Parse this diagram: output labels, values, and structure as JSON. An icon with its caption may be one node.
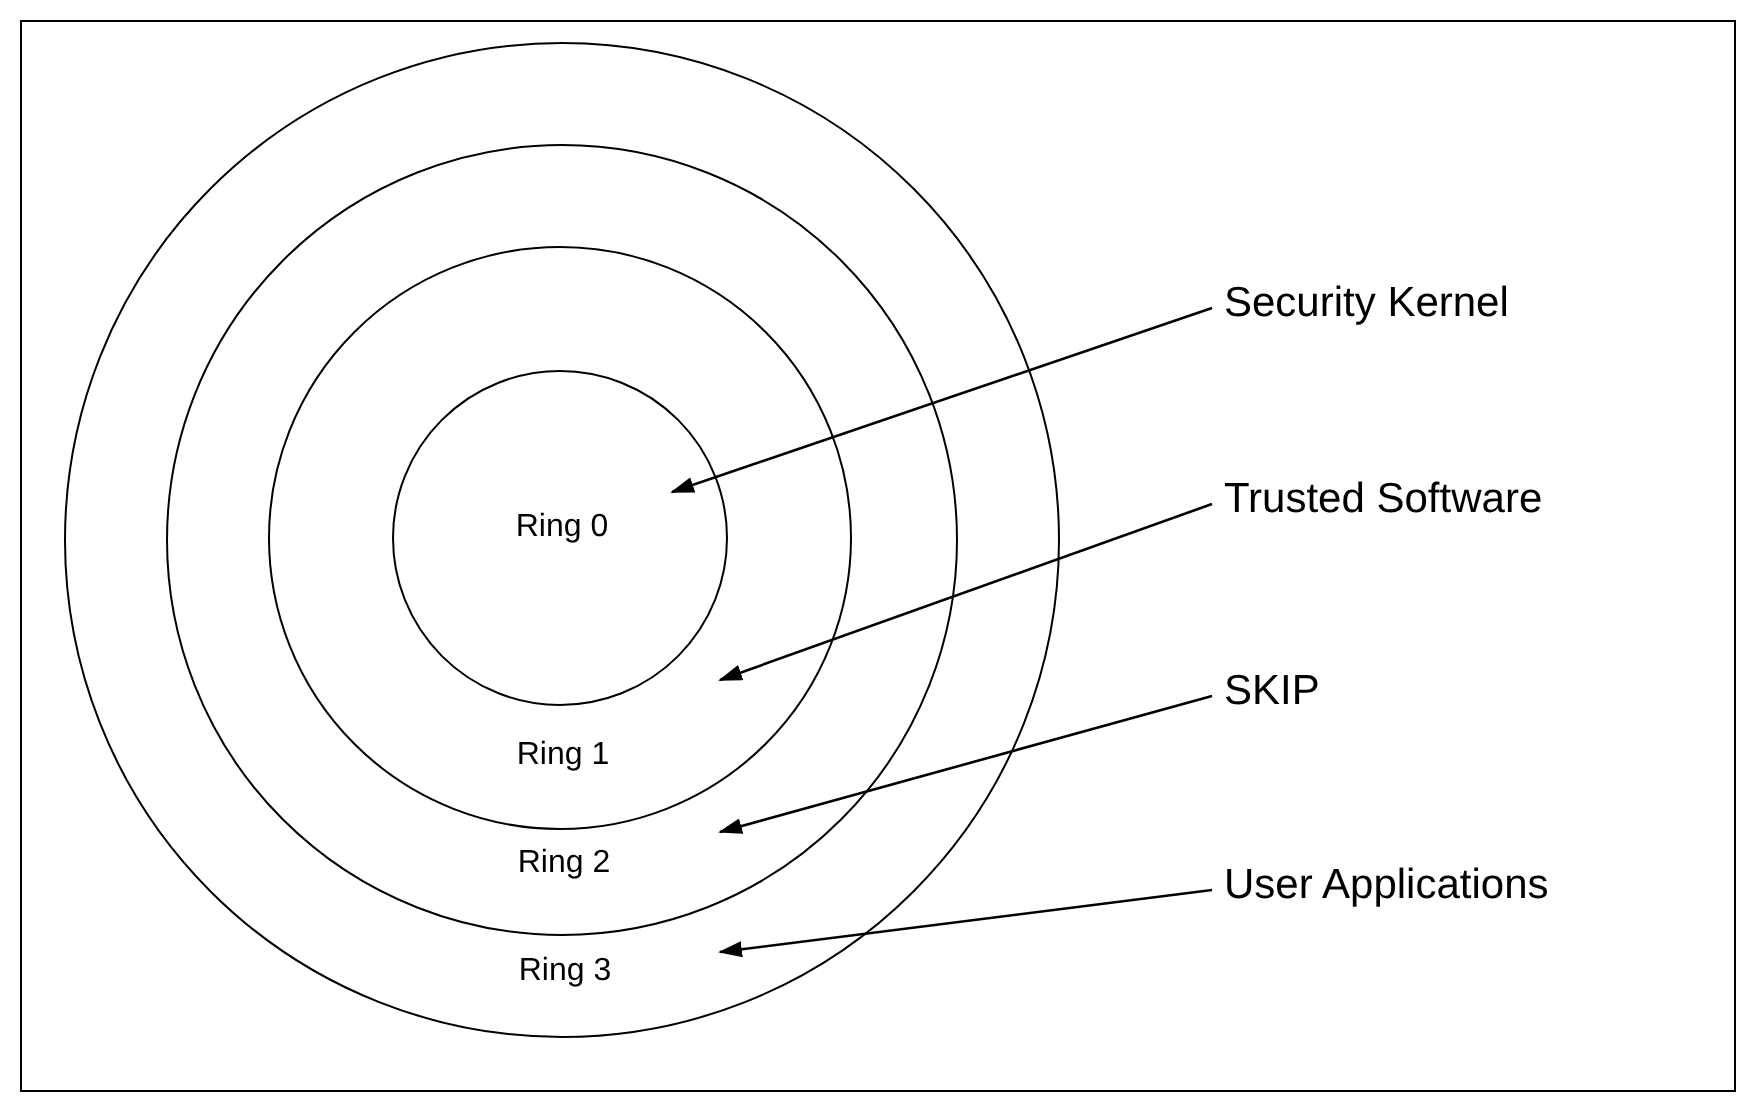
{
  "diagram": {
    "nodes": [
      {
        "text": [
          "Ring 3"
        ]
      },
      {
        "text": [
          "Ring 2"
        ],
        "in": 0
      },
      {
        "text": [
          "Ring 1"
        ],
        "in": 1
      },
      {
        "text": [
          "Ring 0"
        ],
        "in": 2
      },
      {
        "text": [
          "Security Kernel"
        ]
      },
      {
        "text": [
          "Trusted Software"
        ]
      },
      {
        "text": [
          "SKIP"
        ]
      },
      {
        "text": [
          "User Applications"
        ]
      }
    ],
    "edges": [
      {
        "from": 4,
        "to": 3,
        "arrow": "to"
      },
      {
        "from": 5,
        "to": 2,
        "arrow": "to"
      },
      {
        "from": 6,
        "to": 1,
        "arrow": "to"
      },
      {
        "from": 7,
        "to": 0,
        "arrow": "to"
      }
    ]
  }
}
